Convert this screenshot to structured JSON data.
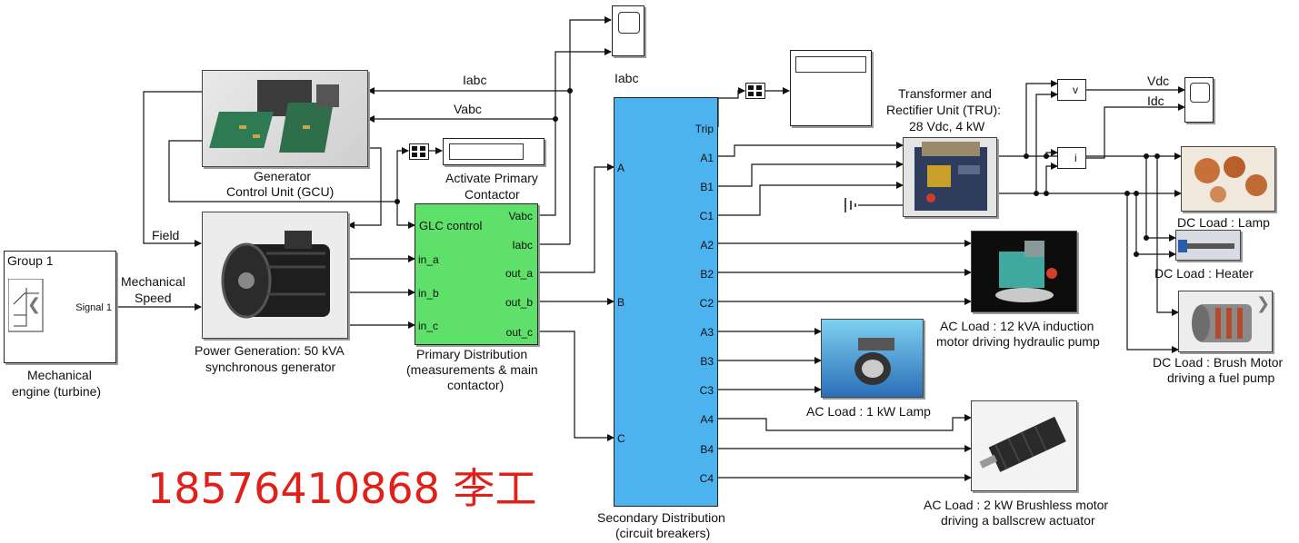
{
  "colors": {
    "secondary_block": "#4db3ee",
    "primary_block": "#5ee06b",
    "watermark": "#e0201a",
    "wire": "#111111"
  },
  "blocks": {
    "mech_engine": {
      "title": "Group 1",
      "port": "Signal 1",
      "label_1": "Mechanical",
      "label_2": "engine (turbine)"
    },
    "gcu": {
      "label_1": "Generator",
      "label_2": "Control Unit (GCU)"
    },
    "generator": {
      "label_1": "Power Generation: 50 kVA",
      "label_2": "synchronous generator"
    },
    "primary": {
      "ports_in": [
        "GLC control",
        "in_a",
        "in_b",
        "in_c"
      ],
      "ports_out": [
        "Vabc",
        "Iabc",
        "out_a",
        "out_b",
        "out_c"
      ],
      "label_1": "Primary Distribution",
      "label_2": "(measurements & main",
      "label_3": "contactor)"
    },
    "activate_display": {
      "label_1": "Activate Primary",
      "label_2": "Contactor"
    },
    "scope_iabc": {
      "label": "Iabc"
    },
    "secondary": {
      "ports_in": [
        "A",
        "B",
        "C"
      ],
      "ports_out": [
        "Trip",
        "A1",
        "B1",
        "C1",
        "A2",
        "B2",
        "C2",
        "A3",
        "B3",
        "C3",
        "A4",
        "B4",
        "C4"
      ],
      "label_1": "Secondary Distribution",
      "label_2": "(circuit breakers)"
    },
    "tru": {
      "label_1": "Transformer and",
      "label_2": "Rectifier Unit (TRU):",
      "label_3": "28 Vdc, 4 kW"
    },
    "scope_vdc": {
      "label_1": "Vdc",
      "label_2": "Idc"
    },
    "dc_lamp": {
      "label": "DC Load :  Lamp"
    },
    "dc_heater": {
      "label": "DC Load :  Heater"
    },
    "dc_motor": {
      "label_1": "DC Load :  Brush Motor",
      "label_2": "driving a fuel pump"
    },
    "ac_induction": {
      "label_1": "AC Load : 12 kVA induction",
      "label_2": "motor driving hydraulic pump"
    },
    "ac_lamp": {
      "label": "AC Load : 1 kW Lamp"
    },
    "ac_bldc": {
      "label_1": "AC Load : 2 kW Brushless motor",
      "label_2": "driving a ballscrew actuator"
    }
  },
  "signals": {
    "iabc": "Iabc",
    "vabc": "Vabc",
    "field": "Field",
    "mech_speed_1": "Mechanical",
    "mech_speed_2": "Speed"
  },
  "meas": {
    "v": "v",
    "i": "i"
  },
  "watermark": "18576410868 李工"
}
